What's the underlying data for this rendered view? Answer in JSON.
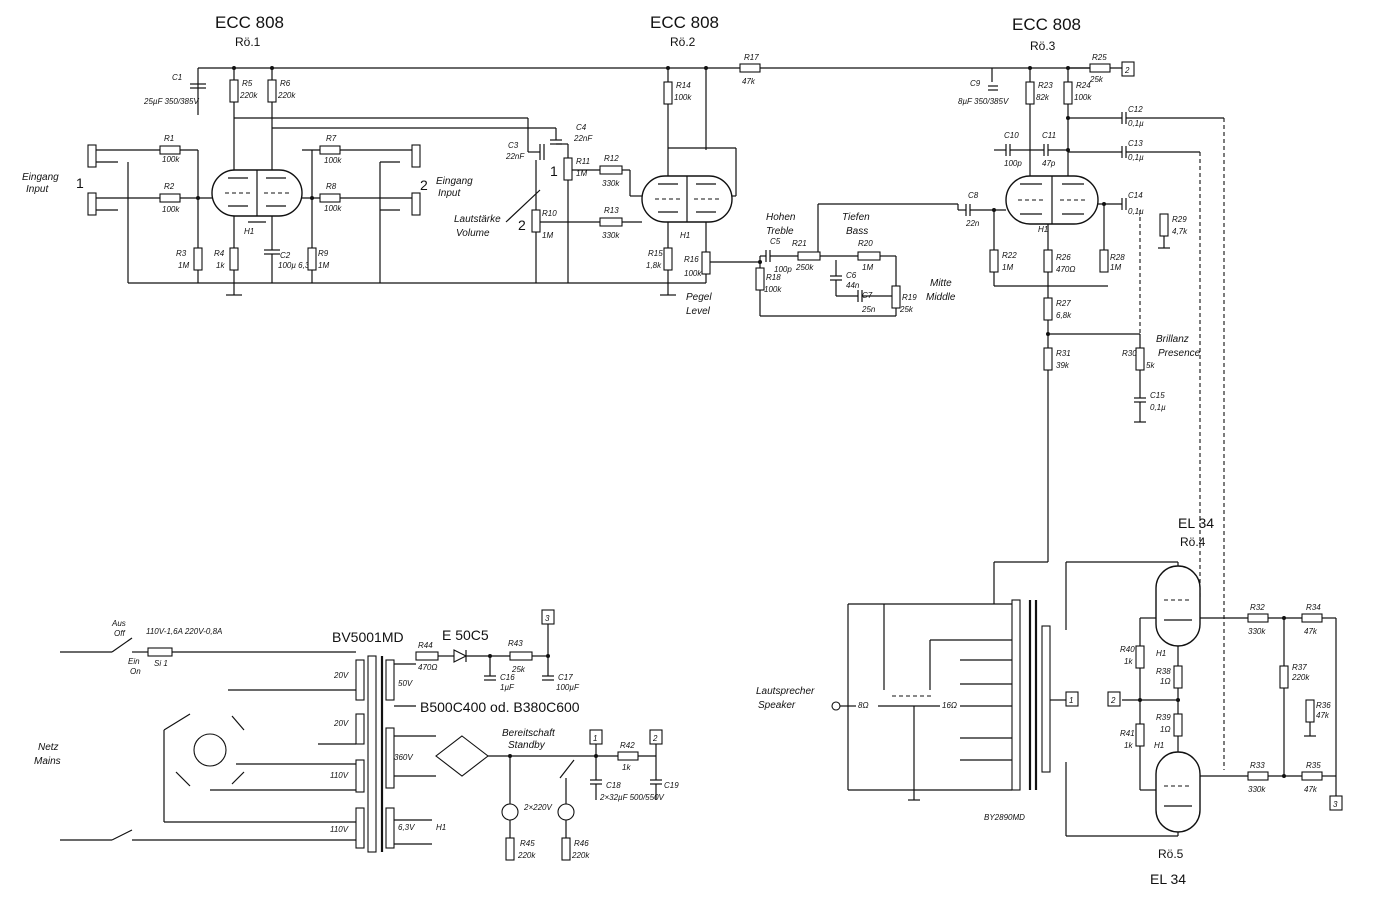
{
  "tubes": {
    "r1": {
      "type": "ECC 808",
      "ref": "Rö.1"
    },
    "r2": {
      "type": "ECC 808",
      "ref": "Rö.2"
    },
    "r3": {
      "type": "ECC 808",
      "ref": "Rö.3"
    },
    "r4": {
      "type": "EL 34",
      "ref": "Rö.4"
    },
    "r5": {
      "type": "EL 34",
      "ref": "Rö.5"
    }
  },
  "inputs": {
    "in1": {
      "de": "Eingang",
      "en": "Input",
      "num": "1"
    },
    "in2": {
      "de": "Eingang",
      "en": "Input",
      "num": "2"
    }
  },
  "controls": {
    "volume": {
      "de": "Lautstärke",
      "en": "Volume"
    },
    "treble": {
      "de": "Hohen",
      "en": "Treble"
    },
    "bass": {
      "de": "Tiefen",
      "en": "Bass"
    },
    "middle": {
      "de": "Mitte",
      "en": "Middle"
    },
    "level": {
      "de": "Pegel",
      "en": "Level"
    },
    "presence": {
      "de": "Brillanz",
      "en": "Presence"
    },
    "speaker": {
      "de": "Lautsprecher",
      "en": "Speaker"
    },
    "mains": {
      "de": "Netz",
      "en": "Mains"
    },
    "switch_off": {
      "de": "Aus",
      "en": "Off"
    },
    "switch_on": {
      "de": "Ein",
      "en": "On"
    },
    "standby": {
      "de": "Bereitschaft",
      "en": "Standby"
    }
  },
  "resistors": {
    "r1": {
      "ref": "R1",
      "value": "100k"
    },
    "r2": {
      "ref": "R2",
      "value": "100k"
    },
    "r3": {
      "ref": "R3",
      "value": "1M"
    },
    "r4": {
      "ref": "R4",
      "value": "1k"
    },
    "r5": {
      "ref": "R5",
      "value": "220k"
    },
    "r6": {
      "ref": "R6",
      "value": "220k"
    },
    "r7": {
      "ref": "R7",
      "value": "100k"
    },
    "r8": {
      "ref": "R8",
      "value": "100k"
    },
    "r9": {
      "ref": "R9",
      "value": "1M"
    },
    "r10": {
      "ref": "R10",
      "value": "1M"
    },
    "r11": {
      "ref": "R11",
      "value": "1M"
    },
    "r12": {
      "ref": "R12",
      "value": "330k"
    },
    "r13": {
      "ref": "R13",
      "value": "330k"
    },
    "r14": {
      "ref": "R14",
      "value": "100k"
    },
    "r15": {
      "ref": "R15",
      "value": "1,8k"
    },
    "r16": {
      "ref": "R16",
      "value": "100k"
    },
    "r17": {
      "ref": "R17",
      "value": "47k"
    },
    "r18": {
      "ref": "R18",
      "value": "100k"
    },
    "r19": {
      "ref": "R19",
      "value": "25k"
    },
    "r20": {
      "ref": "R20",
      "value": "1M"
    },
    "r21": {
      "ref": "R21",
      "value": "250k"
    },
    "r22": {
      "ref": "R22",
      "value": "1M"
    },
    "r23": {
      "ref": "R23",
      "value": "82k"
    },
    "r24": {
      "ref": "R24",
      "value": "100k"
    },
    "r25": {
      "ref": "R25",
      "value": "25k"
    },
    "r26": {
      "ref": "R26",
      "value": "470Ω"
    },
    "r27": {
      "ref": "R27",
      "value": "6,8k"
    },
    "r28": {
      "ref": "R28",
      "value": "1M"
    },
    "r29": {
      "ref": "R29",
      "value": "4,7k"
    },
    "r30": {
      "ref": "R30",
      "value": "5k"
    },
    "r31": {
      "ref": "R31",
      "value": "39k"
    },
    "r32": {
      "ref": "R32",
      "value": "330k"
    },
    "r33": {
      "ref": "R33",
      "value": "330k"
    },
    "r34": {
      "ref": "R34",
      "value": "47k"
    },
    "r35": {
      "ref": "R35",
      "value": "47k"
    },
    "r36": {
      "ref": "R36",
      "value": "47k"
    },
    "r37": {
      "ref": "R37",
      "value": "220k"
    },
    "r38": {
      "ref": "R38",
      "value": "1Ω"
    },
    "r39": {
      "ref": "R39",
      "value": "1Ω"
    },
    "r40": {
      "ref": "R40",
      "value": "1k"
    },
    "r41": {
      "ref": "R41",
      "value": "1k"
    },
    "r42": {
      "ref": "R42",
      "value": "1k"
    },
    "r43": {
      "ref": "R43",
      "value": "25k"
    },
    "r44": {
      "ref": "R44",
      "value": "470Ω"
    },
    "r45": {
      "ref": "R45",
      "value": "220k"
    },
    "r46": {
      "ref": "R46",
      "value": "220k"
    }
  },
  "capacitors": {
    "c1": {
      "ref": "C1",
      "value": "25µF 350/385V"
    },
    "c2": {
      "ref": "C2",
      "value": "100µ 6,3V"
    },
    "c3": {
      "ref": "C3",
      "value": "22nF"
    },
    "c4": {
      "ref": "C4",
      "value": "22nF"
    },
    "c5": {
      "ref": "C5",
      "value": "100p"
    },
    "c6": {
      "ref": "C6",
      "value": "44n"
    },
    "c7": {
      "ref": "C7",
      "value": "25n"
    },
    "c8": {
      "ref": "C8",
      "value": "22n"
    },
    "c9": {
      "ref": "C9",
      "value": "8µF 350/385V"
    },
    "c10": {
      "ref": "C10",
      "value": "100p"
    },
    "c11": {
      "ref": "C11",
      "value": "47p"
    },
    "c12": {
      "ref": "C12",
      "value": "0,1µ"
    },
    "c13": {
      "ref": "C13",
      "value": "0,1µ"
    },
    "c14": {
      "ref": "C14",
      "value": "0,1µ"
    },
    "c15": {
      "ref": "C15",
      "value": "0,1µ"
    },
    "c16": {
      "ref": "C16",
      "value": "1µF"
    },
    "c17": {
      "ref": "C17",
      "value": "100µF"
    },
    "c18": {
      "ref": "C18",
      "value": "2×32µF 500/550V"
    },
    "c19": {
      "ref": "C19",
      "value": ""
    }
  },
  "power": {
    "transformer": "BV5001MD",
    "output_transformer": "BY2890MD",
    "diode": "E 50C5",
    "rectifier": "B500C400 od. B380C600",
    "fuse_rating": "110V-1,6A 220V-0,8A",
    "fuse_ref": "Si 1",
    "heater_label": "H1",
    "lamps": "2×220V",
    "windings": {
      "w1": "20V",
      "w2": "20V",
      "w3": "110V",
      "w4": "110V",
      "s1": "50V",
      "s2": "360V",
      "s3": "6,3V"
    }
  },
  "misc": {
    "heater": "H1",
    "ohm16": "16Ω",
    "ohm8": "8Ω",
    "terminal_1": "1",
    "terminal_2": "2",
    "terminal_3": "3",
    "pot_num_1": "1",
    "pot_num_2": "2"
  }
}
